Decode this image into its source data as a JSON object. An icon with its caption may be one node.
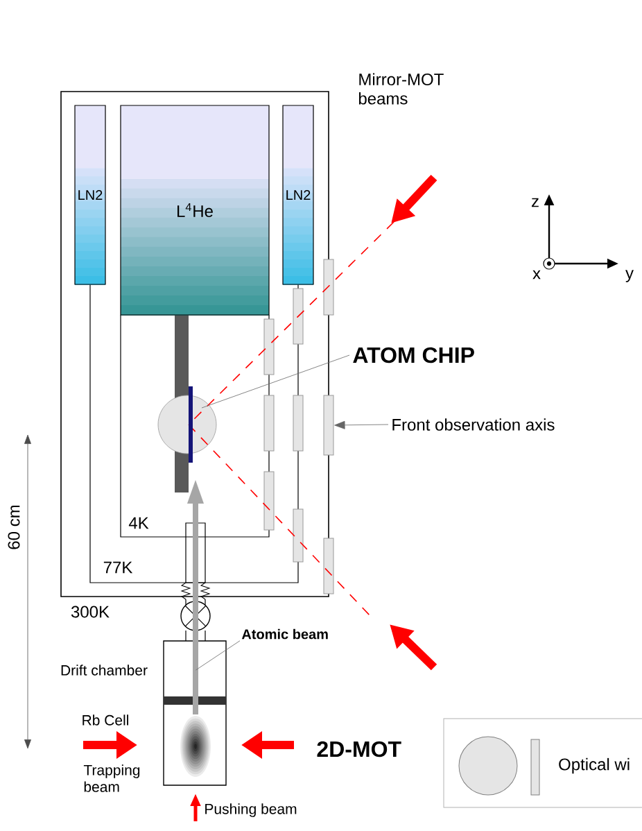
{
  "diagram": {
    "nodes": [
      {
        "text": [
          "LN2"
        ]
      },
      {
        "text": [
          "L$^{4}$He"
        ]
      },
      {
        "text": [
          "LN2"
        ]
      },
      {
        "text": [
          "ATOM CHIP"
        ]
      },
      {
        "text": [],
        "shape": "bar"
      },
      {
        "text": [
          "Front observation axis"
        ]
      },
      {
        "text": [],
        "shape": "box"
      },
      {
        "text": [
          "Atomic beam"
        ]
      },
      {
        "text": [],
        "shape": "bar"
      }
    ],
    "edges": [
      {
        "from": 3,
        "to": 4,
        "arrow": "none"
      },
      {
        "from": 5,
        "to": 6,
        "arrow": "to"
      },
      {
        "from": 7,
        "to": 8,
        "arrow": "none"
      }
    ],
    "labels": [
      "Mirror-MOT beams",
      "z",
      "x",
      "y",
      "4K",
      "77K",
      "300K",
      "60 cm",
      "Drift chamber",
      "Rb Cell",
      "2D-MOT",
      "Trapping beam",
      "Pushing beam"
    ],
    "legend": [
      {
        "text": "Optical wi"
      }
    ]
  }
}
